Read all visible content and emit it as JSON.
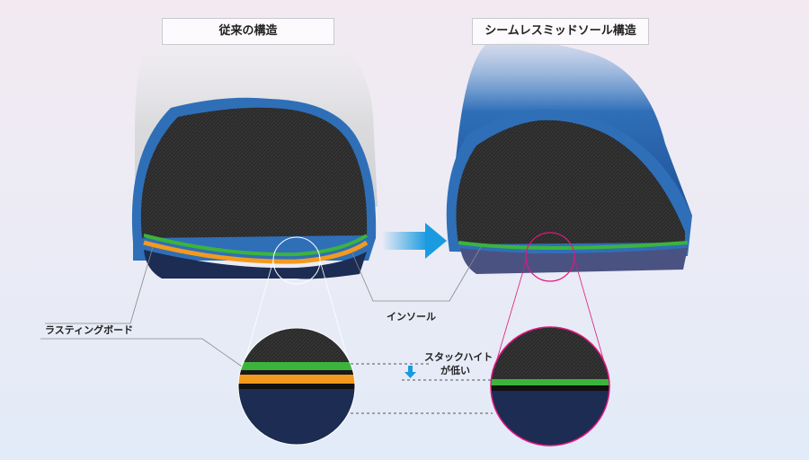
{
  "titles": {
    "conventional": "従来の構造",
    "seamless": "シームレスミッドソール構造"
  },
  "labels": {
    "lasting_board": "ラスティングボード",
    "insole": "インソール",
    "stack_height_line1": "スタックハイト",
    "stack_height_line2": "が低い"
  },
  "colors": {
    "insole_green": "#3cb43c",
    "lasting_board_orange": "#f39a1e",
    "sole_navy": "#1c2c52",
    "upper_blue": "#2f6fb8",
    "highlight_magenta": "#e0187f",
    "arrow_blue": "#1a9be0"
  }
}
